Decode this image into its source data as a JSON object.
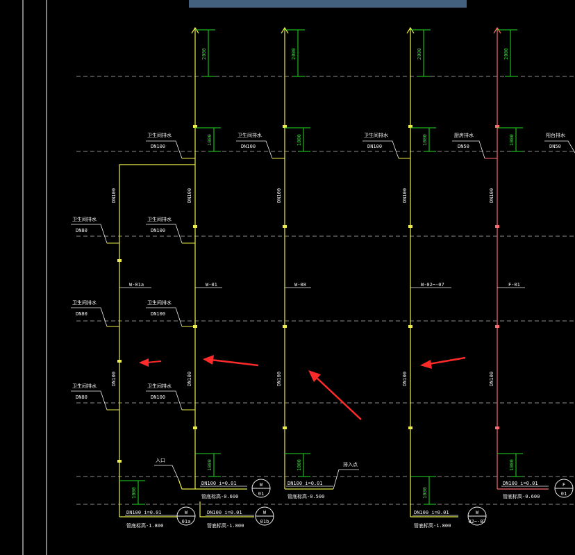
{
  "title_bar": {
    "text": ""
  },
  "colors": {
    "background": "#000000",
    "pipe_waste": "#ecec4a",
    "pipe_waste_red": "#ff6b6b",
    "dimension": "#22dd22",
    "floor_line": "#8c8c8c",
    "label": "#f2f2f2",
    "arrow": "#ff2a2a"
  },
  "riser_tags": {
    "w01a": "W-01a",
    "w01": "W-01",
    "w08": "W-08",
    "w02": "W-02~-07",
    "f01": "F-01"
  },
  "pipe_sizes": {
    "dn100": "DN100",
    "dn80": "DN80",
    "dn50": "DN50"
  },
  "fixture_labels": {
    "toilet_drain": "卫生间排水",
    "kitchen_drain": "厨房排水",
    "balcony_drain": "阳台排水"
  },
  "dimensions": {
    "d2000": "2000",
    "d1000": "1000"
  },
  "slopes": {
    "w01": "DN100  i=0.01",
    "w08": "DN100  i=0.01",
    "w01b": "DN100  i=0.01",
    "w01a": "DN100  i=0.01",
    "w02": "DN100  i=0.01",
    "f01": "DN100  i=0.01"
  },
  "elevations": {
    "w01": "管底标高-0.600",
    "w08": "管底标高-0.500",
    "w01a": "管底标高-1.800",
    "w01b": "管底标高-1.800",
    "w02": "管底标高-1.800",
    "f01": "管底标高-0.600"
  },
  "notes": {
    "inlet": "入口",
    "outlet": "排入点"
  },
  "badges": {
    "w01": {
      "top": "W",
      "bottom": "01"
    },
    "w01a": {
      "top": "W",
      "bottom": "01a"
    },
    "w01b": {
      "top": "W",
      "bottom": "01b"
    },
    "w02": {
      "top": "W",
      "bottom": "02~-07"
    },
    "f01": {
      "top": "F",
      "bottom": "01"
    }
  }
}
